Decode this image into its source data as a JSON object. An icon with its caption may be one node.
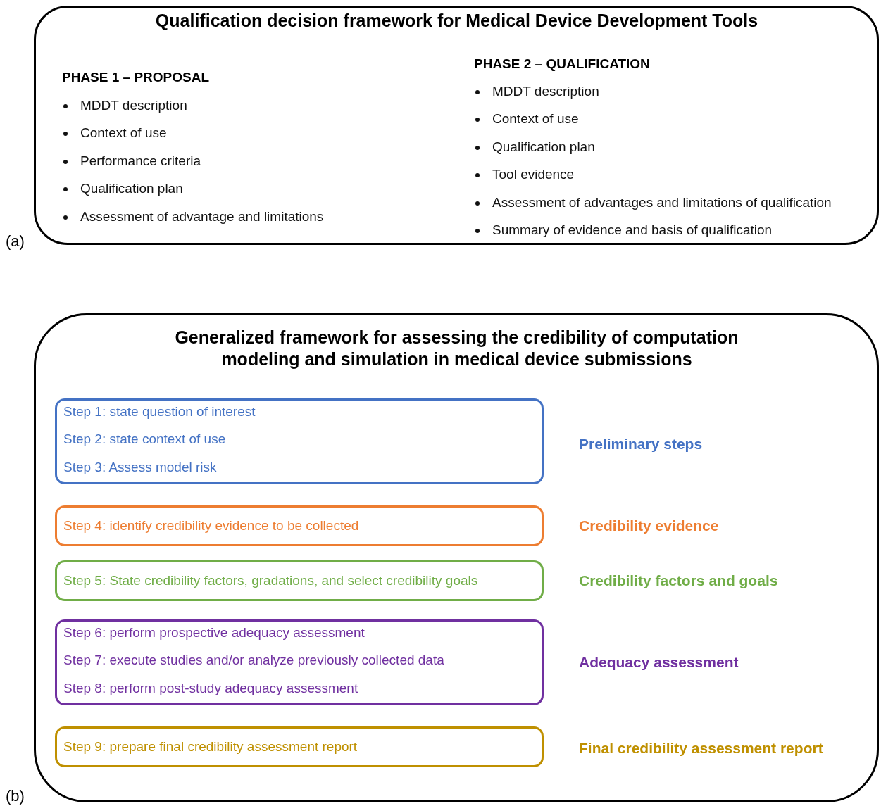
{
  "diagram": {
    "nodes": [
      {
        "text": [
          "Qualification decision framework for Medical Device Development Tools",
          "PHASE 1 – PROPOSAL",
          "MDDT description",
          "Context of use",
          "Performance criteria",
          "Qualification plan",
          "Assessment of advantage and limitations",
          "PHASE 2 – QUALIFICATION",
          "MDDT description",
          "Context of use",
          "Qualification plan",
          "Tool evidence",
          "Assessment of advantages and limitations of qualification",
          "Summary of evidence and basis of qualification"
        ]
      },
      {
        "text": [
          "Generalized framework for assessing the credibility of computation modeling and simulation in medical device submissions"
        ]
      },
      {
        "text": [
          "Step 1: state question of interest",
          "Step 2: state context of use",
          "Step 3: Assess model risk"
        ],
        "in": 1,
        "beside": [
          "Preliminary steps"
        ]
      },
      {
        "text": [
          "Step 4: identify credibility evidence to be collected"
        ],
        "in": 1,
        "beside": [
          "Credibility evidence"
        ]
      },
      {
        "text": [
          "Step 5: State credibility factors, gradations, and select credibility goals"
        ],
        "in": 1,
        "beside": [
          "Credibility factors and goals"
        ]
      },
      {
        "text": [
          "Step 6: perform prospective adequacy assessment",
          "Step 7: execute studies and/or analyze previously collected data",
          "Step 8: perform post-study adequacy assessment"
        ],
        "in": 1,
        "beside": [
          "Adequacy assessment"
        ]
      },
      {
        "text": [
          "Step 9: prepare final credibility assessment report"
        ],
        "in": 1,
        "beside": [
          "Final credibility assessment report"
        ]
      }
    ],
    "labels": [
      "(a)",
      "(b)"
    ]
  }
}
